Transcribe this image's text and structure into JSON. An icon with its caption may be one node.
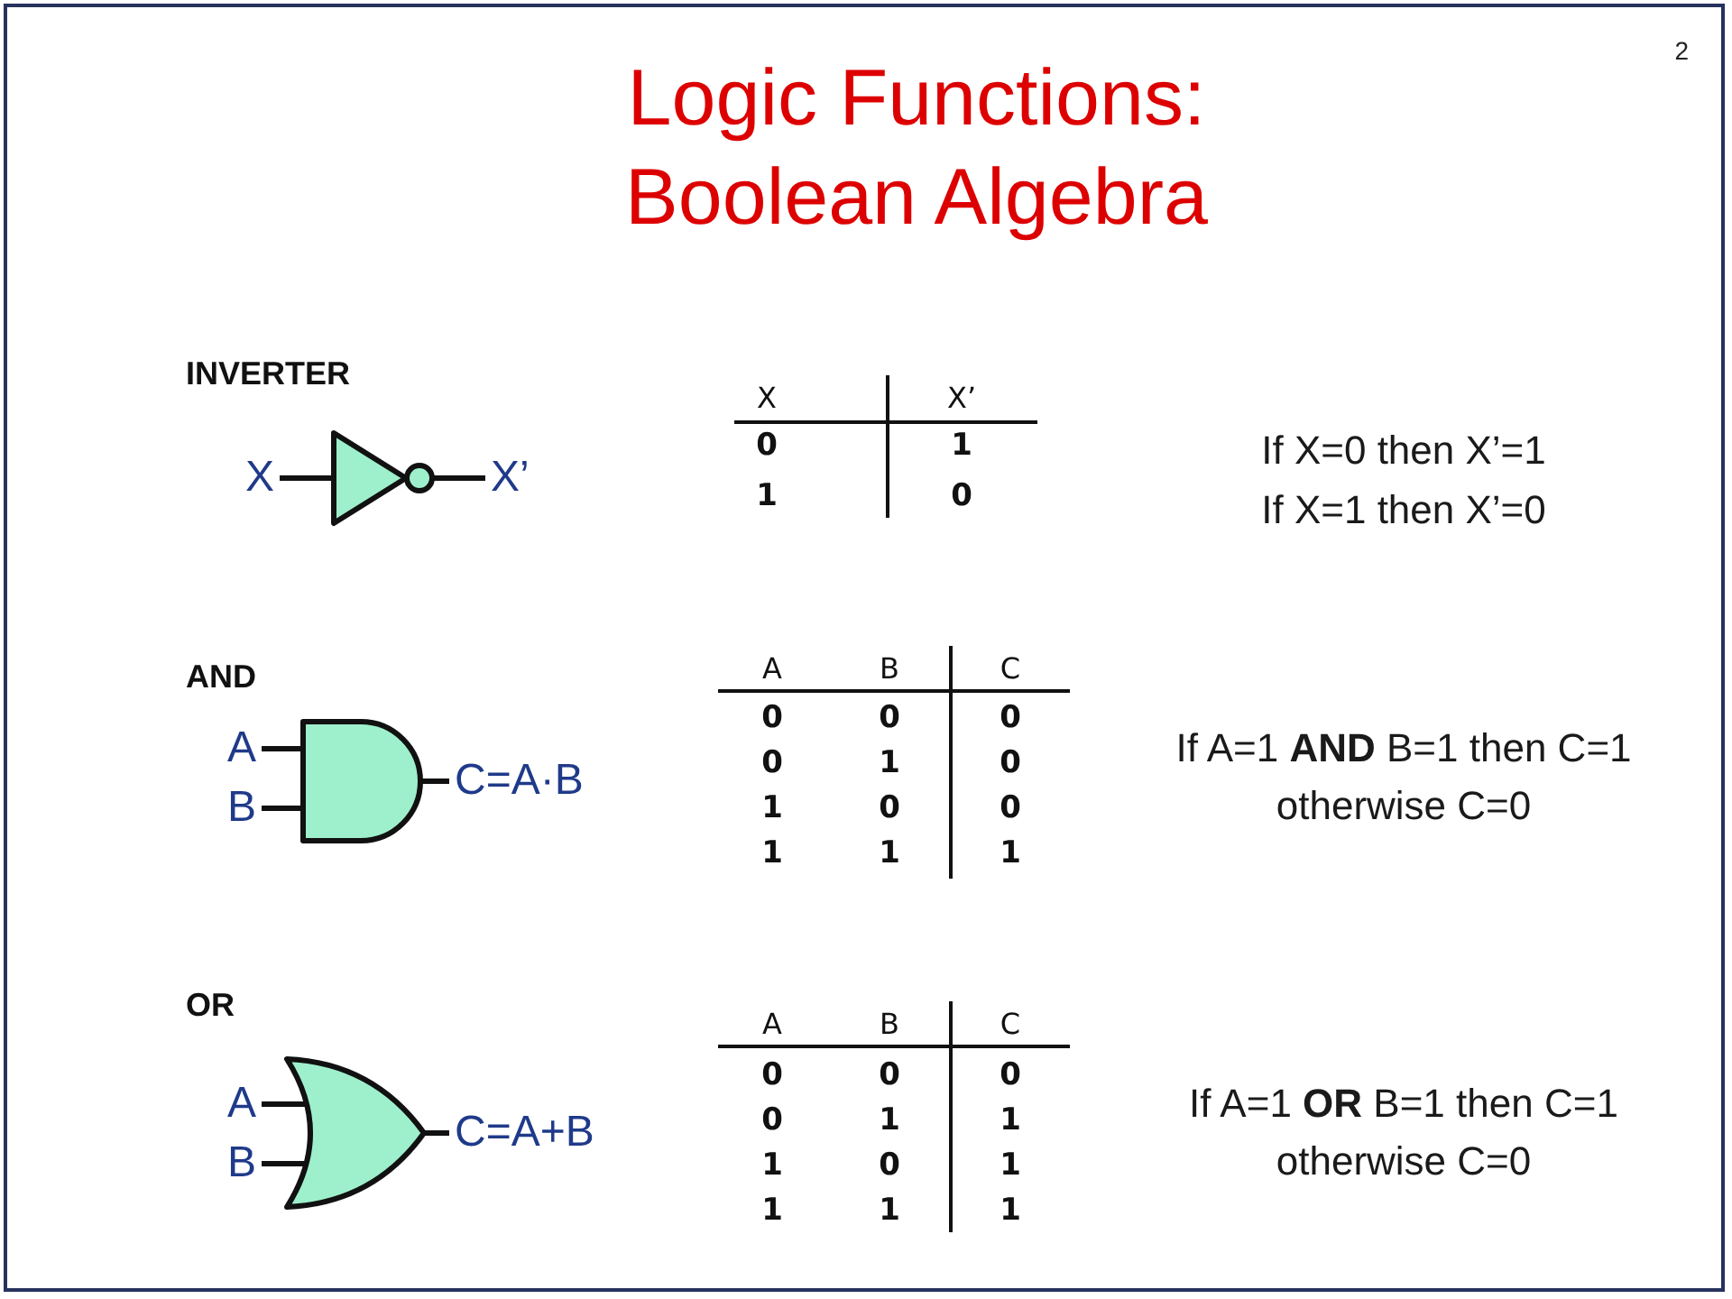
{
  "diagram": {
    "title": "Logic Functions: Boolean Algebra",
    "nodes": [
      {
        "text": [
          "X"
        ]
      },
      {
        "text": [],
        "shape": "not-gate"
      },
      {
        "text": [
          "X’"
        ]
      },
      {
        "text": [
          "A"
        ]
      },
      {
        "text": [
          "B"
        ]
      },
      {
        "text": [],
        "shape": "and-gate"
      },
      {
        "text": [
          "C=A·B"
        ]
      },
      {
        "text": [
          "A"
        ]
      },
      {
        "text": [
          "B"
        ]
      },
      {
        "text": [],
        "shape": "or-gate"
      },
      {
        "text": [
          "C=A+B"
        ]
      }
    ],
    "edges": [
      {
        "from": 0,
        "to": 1,
        "arrow": "none"
      },
      {
        "from": 1,
        "to": 2,
        "arrow": "none"
      },
      {
        "from": 3,
        "to": 5,
        "arrow": "none"
      },
      {
        "from": 4,
        "to": 5,
        "arrow": "none"
      },
      {
        "from": 5,
        "to": 6,
        "arrow": "none"
      },
      {
        "from": 7,
        "to": 9,
        "arrow": "none"
      },
      {
        "from": 8,
        "to": 9,
        "arrow": "none"
      },
      {
        "from": 9,
        "to": 10,
        "arrow": "none"
      }
    ],
    "labels": [
      "2",
      "INVERTER",
      "X",
      "X’",
      "0",
      "1",
      "1",
      "0",
      "If X=0 then X’=1",
      "If X=1 then X’=0",
      "AND",
      "A",
      "B",
      "C",
      "0",
      "0",
      "0",
      "0",
      "1",
      "0",
      "1",
      "0",
      "0",
      "1",
      "1",
      "1",
      "If A=1 **AND** B=1 then C=1 otherwise C=0",
      "OR",
      "A",
      "B",
      "C",
      "0",
      "0",
      "0",
      "0",
      "1",
      "1",
      "1",
      "0",
      "1",
      "1",
      "1",
      "1",
      "If A=1 **OR** B=1 then C=1 otherwise C=0"
    ]
  }
}
